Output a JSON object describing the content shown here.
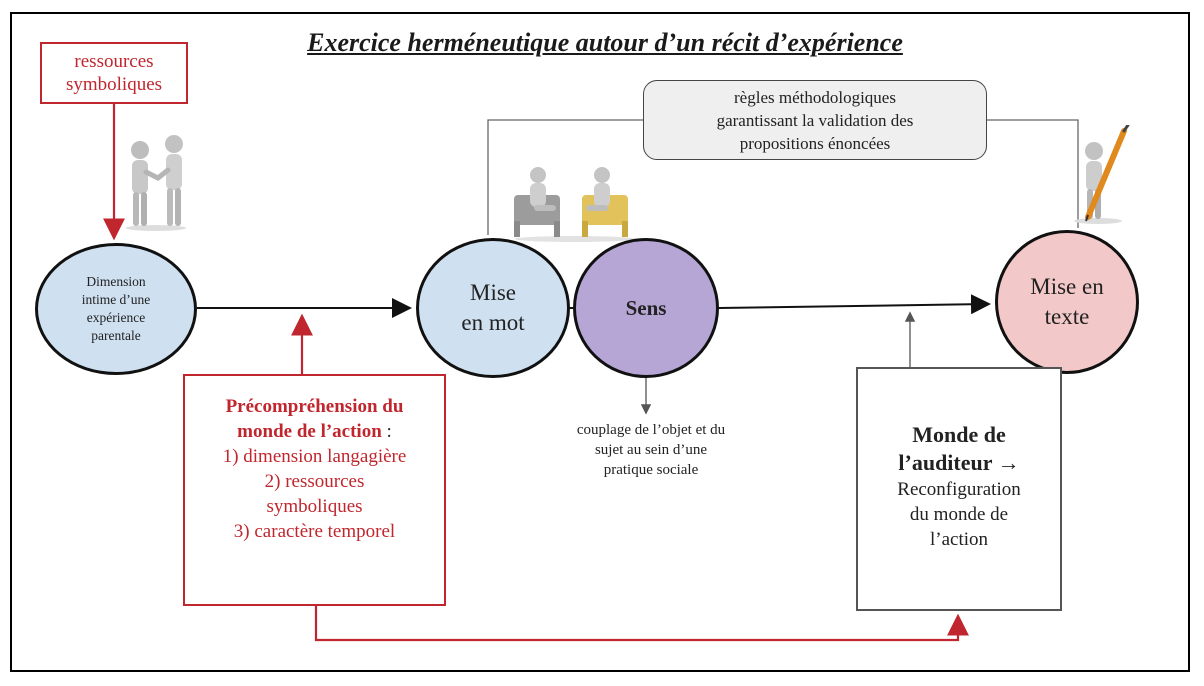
{
  "title": "Exercice herméneutique autour d’un récit d’expérience",
  "ressources_box": {
    "line1": "ressources",
    "line2": "symboliques"
  },
  "rules_box": {
    "line1": "règles méthodologiques",
    "line2": "garantissant la validation des",
    "line3": "propositions énoncées"
  },
  "nodes": {
    "dimension": {
      "line1": "Dimension",
      "line2": "intime d’une",
      "line3": "expérience",
      "line4": "parentale"
    },
    "mise_en_mot": {
      "line1": "Mise",
      "line2": "en mot"
    },
    "sens": {
      "label": "Sens"
    },
    "mise_en_texte": {
      "line1": "Mise en",
      "line2": "texte"
    }
  },
  "precomprehension": {
    "title_line1": "Précompréhension du",
    "title_line2": "monde de l’action",
    "colon": " :",
    "items": [
      "1) dimension langagière",
      "2) ressources",
      "symboliques",
      "3) caractère temporel"
    ]
  },
  "couplage": {
    "line1": "couplage de l’objet et du",
    "line2": "sujet au sein d’une",
    "line3": "pratique sociale"
  },
  "auditeur": {
    "title_line1": "Monde de",
    "title_line2": "l’auditeur →",
    "sub1": "Reconfiguration",
    "sub2": "du monde de",
    "sub3": "l’action"
  },
  "colors": {
    "accent_red": "#c0262d",
    "circle_blue": "#cfe0f1",
    "circle_purple": "#b6a6d5",
    "circle_pink": "#f2c8c8",
    "rules_gray": "#efefef"
  },
  "icons": [
    "people-handshake-icon",
    "people-conversation-icon",
    "person-writing-pen-icon"
  ]
}
